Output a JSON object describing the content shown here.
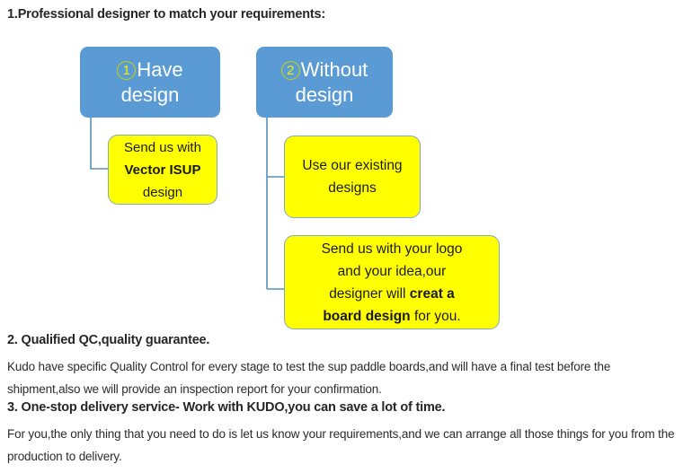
{
  "sections": {
    "heading_1": "1.Professional designer to match your requirements:",
    "heading_2": "2. Qualified QC,quality guarantee.",
    "para_2": "Kudo have specific Quality Control for every stage to test the sup paddle boards,and will have a final test before the shipment,also we will provide an inspection report for your confirmation.",
    "heading_3": "3. One-stop delivery service- Work with KUDO,you can save a lot of time.",
    "para_3": "For you,the only thing that you need to do is let us know your requirements,and we can arrange all those things for you from the production to delivery."
  },
  "flowchart": {
    "branch_1": {
      "marker": "1",
      "title_line_1": "Have",
      "title_line_2": "design",
      "child": {
        "line_1": "Send us with",
        "line_2_bold": "Vector ISUP",
        "line_3": "design"
      }
    },
    "branch_2": {
      "marker": "2",
      "title_line_1": "Without",
      "title_line_2": "design",
      "child_1": {
        "line_1": "Use our existing",
        "line_2": "designs"
      },
      "child_2": {
        "line_1": "Send us with your logo",
        "line_2": "and your idea,our",
        "line_3_a": "designer will ",
        "line_3_bold": "creat a",
        "line_4_bold": "board design",
        "line_4_b": " for you."
      }
    }
  },
  "colors": {
    "blue_node": "#5B9BD5",
    "yellow_node": "#FFFF00",
    "node_border": "#7FA9C4",
    "connector": "#5B8FB9",
    "marker_ring": "#C9D400",
    "marker_text": "#F2F200",
    "text": "#262626",
    "background": "#FFFFFF"
  }
}
